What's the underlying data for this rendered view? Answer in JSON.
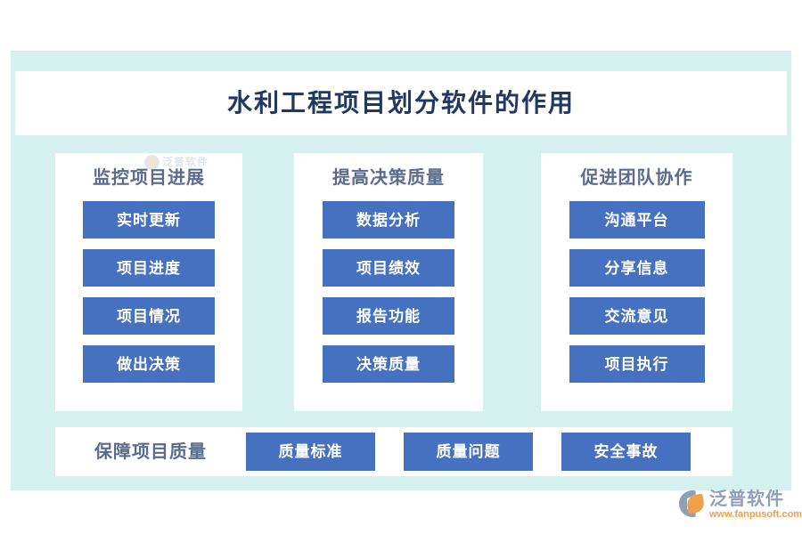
{
  "header": {
    "title": "水利工程项目划分软件的作用"
  },
  "colors": {
    "panel_background": "#d4f1f0",
    "card_background": "#ffffff",
    "title_text": "#1f3864",
    "section_heading": "#5a6b8c",
    "chip_background": "#4670c0",
    "chip_text": "#ffffff",
    "brand_gray": "#8fa0b5",
    "brand_orange": "#f0a04b"
  },
  "columns": [
    {
      "heading": "监控项目进展",
      "items": [
        "实时更新",
        "项目进度",
        "项目情况",
        "做出决策"
      ]
    },
    {
      "heading": "提高决策质量",
      "items": [
        "数据分析",
        "项目绩效",
        "报告功能",
        "决策质量"
      ]
    },
    {
      "heading": "促进团队协作",
      "items": [
        "沟通平台",
        "分享信息",
        "交流意见",
        "项目执行"
      ]
    }
  ],
  "bottom_row": {
    "label": "保障项目质量",
    "items": [
      "质量标准",
      "质量问题",
      "安全事故"
    ]
  },
  "watermark": {
    "text": "泛普软件",
    "icon": "fanpu-logo-icon"
  },
  "brand": {
    "name": "泛普软件",
    "url": "www.fanpusoft.com",
    "icon": "fanpu-logo-icon"
  }
}
